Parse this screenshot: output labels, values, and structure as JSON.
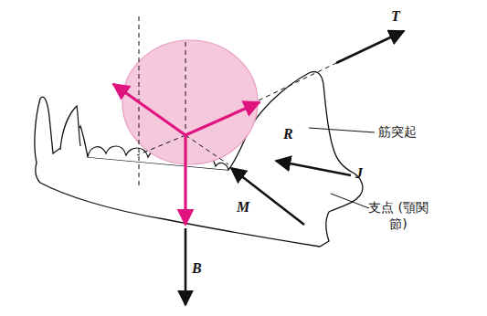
{
  "diagram": {
    "labels": [
      "T",
      "筋突起",
      "R",
      "J",
      "支点 (顎関節)",
      "M",
      "B"
    ]
  }
}
